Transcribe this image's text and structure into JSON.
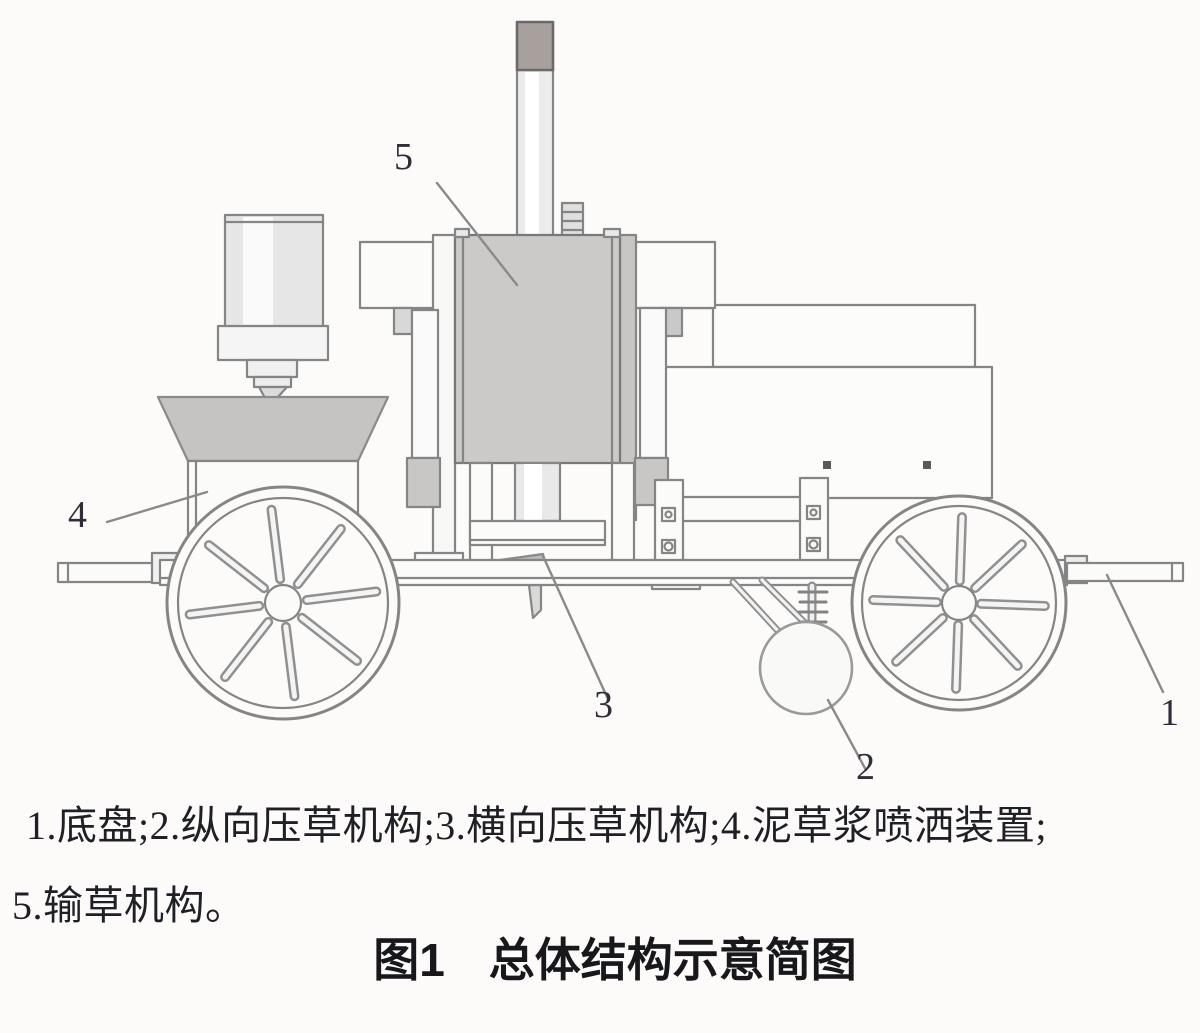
{
  "figure": {
    "caption": {
      "prefix": "图1",
      "title": "总体结构示意简图"
    },
    "legend": {
      "line1": "1.底盘;2.纵向压草机构;3.横向压草机构;4.泥草浆喷洒装置;",
      "line2": "5.输草机构。"
    },
    "parts": [
      {
        "num": "1",
        "name": "底盘"
      },
      {
        "num": "2",
        "name": "纵向压草机构"
      },
      {
        "num": "3",
        "name": "横向压草机构"
      },
      {
        "num": "4",
        "name": "泥草浆喷洒装置"
      },
      {
        "num": "5",
        "name": "输草机构"
      }
    ],
    "colors": {
      "background": "#fcfbfa",
      "line": "#858585",
      "gray_box_fill": "#cbcac8",
      "mast_cap_fill": "#a8a09c",
      "hopper_fill": "#c6c4c2",
      "label_text": "#2e2e38"
    }
  }
}
